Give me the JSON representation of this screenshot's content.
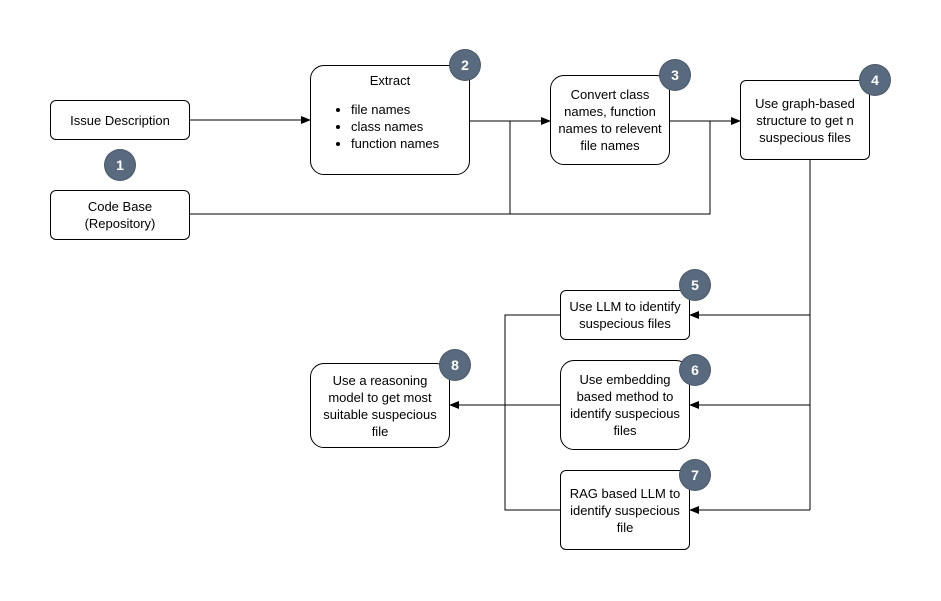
{
  "nodes": {
    "issue_description": "Issue Description",
    "code_base_line1": "Code Base",
    "code_base_line2": "(Repository)",
    "extract_title": "Extract",
    "extract_items": [
      "file names",
      "class names",
      "function names"
    ],
    "convert": "Convert class names, function names to relevent file names",
    "graph": "Use graph-based structure to get n suspecious files",
    "llm": "Use LLM to identify suspecious files",
    "embedding": "Use embedding based method to identify suspecious files",
    "rag": "RAG based LLM to identify suspecious file",
    "reasoning": "Use a reasoning model to get most suitable suspecious file"
  },
  "badges": [
    "1",
    "2",
    "3",
    "4",
    "5",
    "6",
    "7",
    "8"
  ],
  "colors": {
    "badge_fill": "#5a6a7e",
    "badge_text": "#ffffff",
    "stroke": "#000000"
  }
}
